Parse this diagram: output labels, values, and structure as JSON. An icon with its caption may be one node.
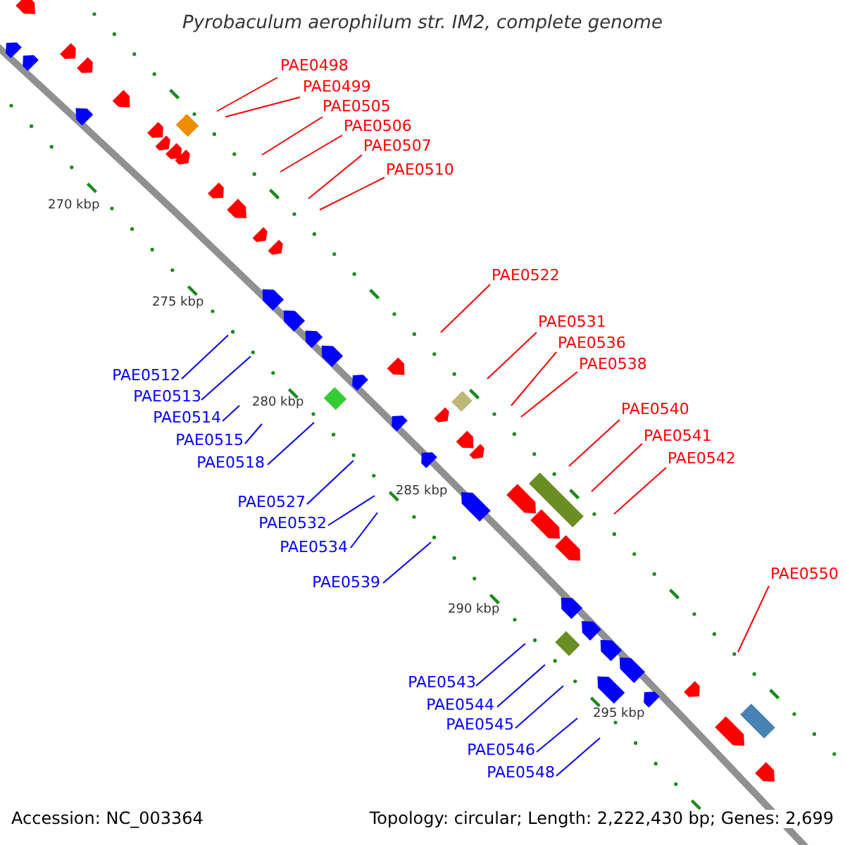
{
  "diagram": {
    "title": "Pyrobaculum aerophilum str. IM2, complete genome",
    "nodes": [
      {
        "text": [
          "PAE0498"
        ]
      },
      {
        "text": [
          "PAE0499"
        ]
      },
      {
        "text": [
          "PAE0505"
        ]
      },
      {
        "text": [
          "PAE0506"
        ]
      },
      {
        "text": [
          "PAE0507"
        ]
      },
      {
        "text": [
          "PAE0510"
        ]
      },
      {
        "text": [
          "PAE0512"
        ]
      },
      {
        "text": [
          "PAE0513"
        ]
      },
      {
        "text": [
          "PAE0514"
        ]
      },
      {
        "text": [
          "PAE0515"
        ]
      },
      {
        "text": [
          "PAE0518"
        ]
      },
      {
        "text": [
          "PAE0522"
        ]
      },
      {
        "text": [
          "PAE0527"
        ]
      },
      {
        "text": [
          "PAE0531"
        ]
      },
      {
        "text": [
          "PAE0532"
        ]
      },
      {
        "text": [
          "PAE0534"
        ]
      },
      {
        "text": [
          "PAE0536"
        ]
      },
      {
        "text": [
          "PAE0538"
        ]
      },
      {
        "text": [
          "PAE0539"
        ]
      },
      {
        "text": [
          "PAE0540"
        ]
      },
      {
        "text": [
          "PAE0541"
        ]
      },
      {
        "text": [
          "PAE0542"
        ]
      },
      {
        "text": [
          "PAE0543"
        ]
      },
      {
        "text": [
          "PAE0544"
        ]
      },
      {
        "text": [
          "PAE0545"
        ]
      },
      {
        "text": [
          "PAE0546"
        ]
      },
      {
        "text": [
          "PAE0548"
        ]
      },
      {
        "text": [
          "PAE0550"
        ]
      }
    ],
    "edges": [
      {
        "from": 0,
        "to": null,
        "arrow": "none"
      },
      {
        "from": 1,
        "to": null,
        "arrow": "none"
      },
      {
        "from": 2,
        "to": null,
        "arrow": "none"
      },
      {
        "from": 3,
        "to": null,
        "arrow": "none"
      },
      {
        "from": 4,
        "to": null,
        "arrow": "none"
      },
      {
        "from": 5,
        "to": null,
        "arrow": "none"
      },
      {
        "from": 6,
        "to": null,
        "arrow": "none",
        "color": "#0000ff"
      },
      {
        "from": 7,
        "to": null,
        "arrow": "none",
        "color": "#0000ff"
      },
      {
        "from": 8,
        "to": null,
        "arrow": "none",
        "color": "#0000ff"
      },
      {
        "from": 9,
        "to": null,
        "arrow": "none",
        "color": "#0000ff"
      },
      {
        "from": 10,
        "to": null,
        "arrow": "none",
        "color": "#0000ff"
      },
      {
        "from": 11,
        "to": null,
        "arrow": "none"
      },
      {
        "from": 12,
        "to": null,
        "arrow": "none",
        "color": "#0000ff"
      },
      {
        "from": 13,
        "to": null,
        "arrow": "none"
      },
      {
        "from": 14,
        "to": null,
        "arrow": "none",
        "color": "#0000ff"
      },
      {
        "from": 15,
        "to": null,
        "arrow": "none",
        "color": "#0000ff"
      },
      {
        "from": 16,
        "to": null,
        "arrow": "none"
      },
      {
        "from": 17,
        "to": null,
        "arrow": "none"
      },
      {
        "from": 18,
        "to": null,
        "arrow": "none",
        "color": "#0000ff"
      },
      {
        "from": 19,
        "to": null,
        "arrow": "none"
      },
      {
        "from": 20,
        "to": null,
        "arrow": "none"
      },
      {
        "from": 21,
        "to": null,
        "arrow": "none"
      },
      {
        "from": 22,
        "to": null,
        "arrow": "none",
        "color": "#0000ff"
      },
      {
        "from": 23,
        "to": null,
        "arrow": "none",
        "color": "#0000ff"
      },
      {
        "from": 24,
        "to": null,
        "arrow": "none",
        "color": "#0000ff"
      },
      {
        "from": 25,
        "to": null,
        "arrow": "none",
        "color": "#0000ff"
      },
      {
        "from": 26,
        "to": null,
        "arrow": "none",
        "color": "#0000ff"
      },
      {
        "from": 27,
        "to": null,
        "arrow": "none"
      }
    ],
    "labels": [
      "270 kbp",
      "275 kbp",
      "280 kbp",
      "285 kbp",
      "290 kbp",
      "295 kbp",
      "Accession: NC_003364",
      "Topology: circular; Length: 2,222,430 bp; Genes: 2,699"
    ]
  }
}
